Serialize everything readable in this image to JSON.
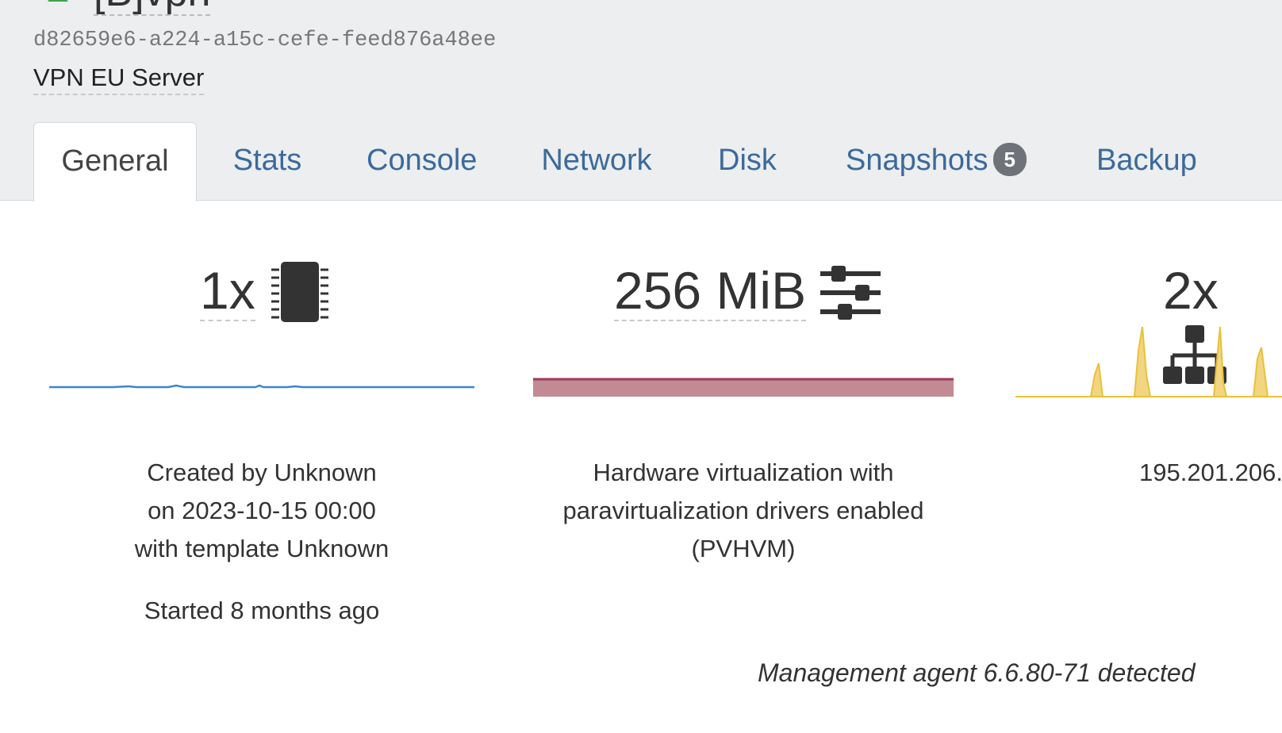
{
  "vm": {
    "name": "[B]vpn",
    "uuid": "d82659e6-a224-a15c-cefe-feed876a48ee",
    "description": "VPN EU Server",
    "power_state_color": "#3fa14a"
  },
  "tabs": [
    {
      "label": "General",
      "active": true
    },
    {
      "label": "Stats"
    },
    {
      "label": "Console"
    },
    {
      "label": "Network"
    },
    {
      "label": "Disk"
    },
    {
      "label": "Snapshots",
      "badge": "5"
    },
    {
      "label": "Backup"
    }
  ],
  "cpu": {
    "count": "1x",
    "icon": "cpu-chip-icon",
    "color": "#3b86d4"
  },
  "memory": {
    "value": "256 MiB",
    "icon": "sliders-icon",
    "color": "#b04a5a",
    "usage_fraction": 0.98
  },
  "network": {
    "count": "2x",
    "icon": "network-icon",
    "color": "#e8c23a"
  },
  "info": {
    "created_line1": "Created by Unknown",
    "created_line2": "on 2023-10-15 00:00",
    "created_line3": "with template Unknown",
    "started": "Started 8 months ago",
    "virt_line1": "Hardware virtualization with",
    "virt_line2": "paravirtualization drivers enabled",
    "virt_line3": "(PVHVM)",
    "ip": "195.201.206."
  },
  "agent": "Management agent 6.6.80-71 detected"
}
